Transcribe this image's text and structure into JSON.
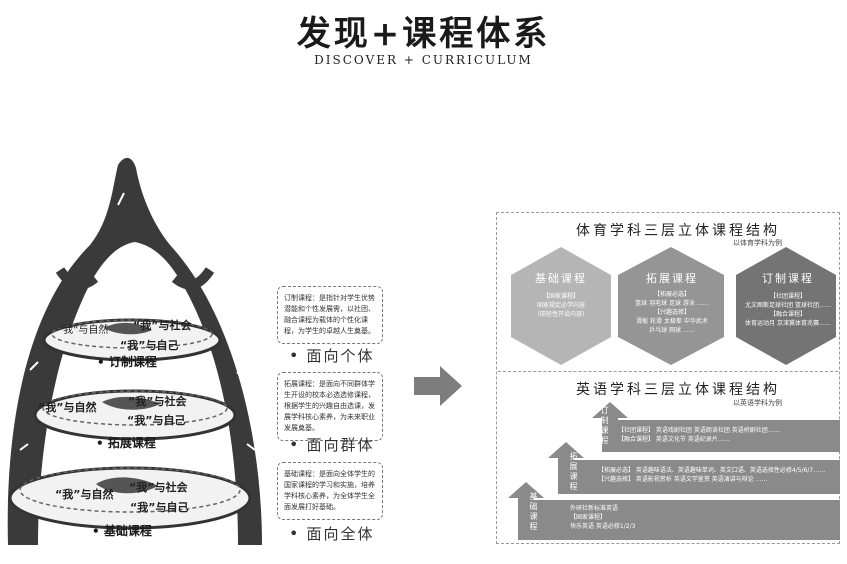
{
  "header": {
    "title": "发现+课程体系",
    "subtitle": "DISCOVER + CURRICULUM"
  },
  "tree": {
    "tiers": [
      {
        "name": "订制课程",
        "labels": {
          "self_nature": "“我”与自然",
          "self_society": "“我”与社会",
          "self_self": "“我”与自己"
        }
      },
      {
        "name": "拓展课程",
        "labels": {
          "self_nature": "“我”与自然",
          "self_society": "“我”与社会",
          "self_self": "“我”与自己"
        }
      },
      {
        "name": "基础课程",
        "labels": {
          "self_nature": "“我”与自然",
          "self_society": "“我”与社会",
          "self_self": "“我”与自己"
        }
      }
    ]
  },
  "bubbles": [
    {
      "text": "订制课程：是指针对学生优势潜能和个性发展需，以社团、融合课程为载体的个性化课程，为学生的卓越人生奠基。",
      "facing": "面向个体"
    },
    {
      "text": "拓展课程：是面向不同群体学生开设的校本必选选修课程，根据学生的兴趣自由选课，发展学科核心素养，为未来职业发展奠基。",
      "facing": "面向群体"
    },
    {
      "text": "基础课程：是面向全体学生的国家课程的学习和实施，培养学科核心素养，为全体学生全面发展打好基础。",
      "facing": "面向全体"
    }
  ],
  "pe": {
    "title": "体育学科三层立体课程结构",
    "note": "以体育学科为例",
    "hexes": [
      {
        "name": "基础课程",
        "lines": [
          "【国家课程】",
          "国家规定必学内容",
          "（田径性开设内容）"
        ]
      },
      {
        "name": "拓展课程",
        "lines": [
          "【拓展必选】",
          "篮球 羽毛球 足球 游泳 ……",
          "【兴趣选修】",
          "滑板 轮滑 太极拳 中华武术",
          "乒乓球 网球 ……"
        ]
      },
      {
        "name": "订制课程",
        "lines": [
          "【社团课程】",
          "尤文图斯足球社团 篮球社团……",
          "【融合课程】",
          "体育运动月 京津冀体育兆赛……"
        ]
      }
    ]
  },
  "english": {
    "title": "英语学科三层立体课程结构",
    "note": "以英语学科为例",
    "levels": [
      {
        "name": "订制课程",
        "rows": [
          "【社团课程】 英语戏剧社团 英语朗读社团 英语桥剧社团……",
          "【融合课程】 英语文化节 英语纪录片……"
        ]
      },
      {
        "name": "拓展课程",
        "rows": [
          "【拓展必选】 英语趣味语法、英语趣味单词、英文口语、英语选择性必修4/5/6/7……",
          "【兴趣选修】 英语影视赏析 英语文学鉴赏 英语演讲与辩论 ……"
        ]
      },
      {
        "name": "基础课程",
        "rows": [
          "外研社新标准英语",
          "【国家课程】",
          "快乐英语 英语必修1/2/3"
        ]
      }
    ]
  }
}
